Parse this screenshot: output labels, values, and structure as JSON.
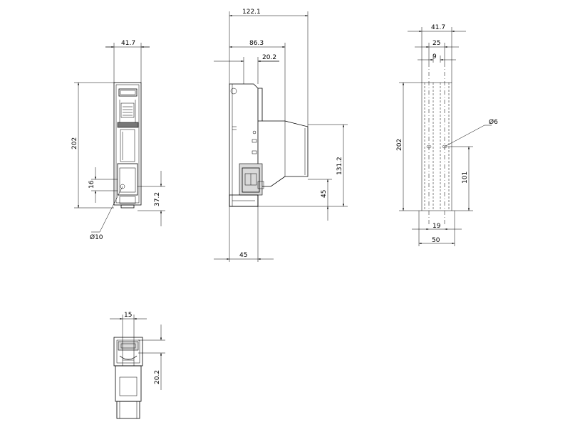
{
  "front_view": {
    "width_label": "41.7",
    "height_label": "202",
    "dim_16": "16",
    "dim_37_2": "37.2",
    "hole_label": "Ø10"
  },
  "side_view": {
    "overall_depth": "122.1",
    "depth_86_3": "86.3",
    "depth_20_2": "20.2",
    "height_131_2": "131.2",
    "height_45": "45",
    "base_45": "45"
  },
  "rail_view": {
    "width_41_7": "41.7",
    "width_25": "25",
    "width_9": "9",
    "height_202": "202",
    "hole_label": "Ø6",
    "height_101": "101",
    "width_19": "19",
    "width_50": "50"
  },
  "bottom_view": {
    "width_15": "15",
    "height_20_2": "20.2"
  }
}
